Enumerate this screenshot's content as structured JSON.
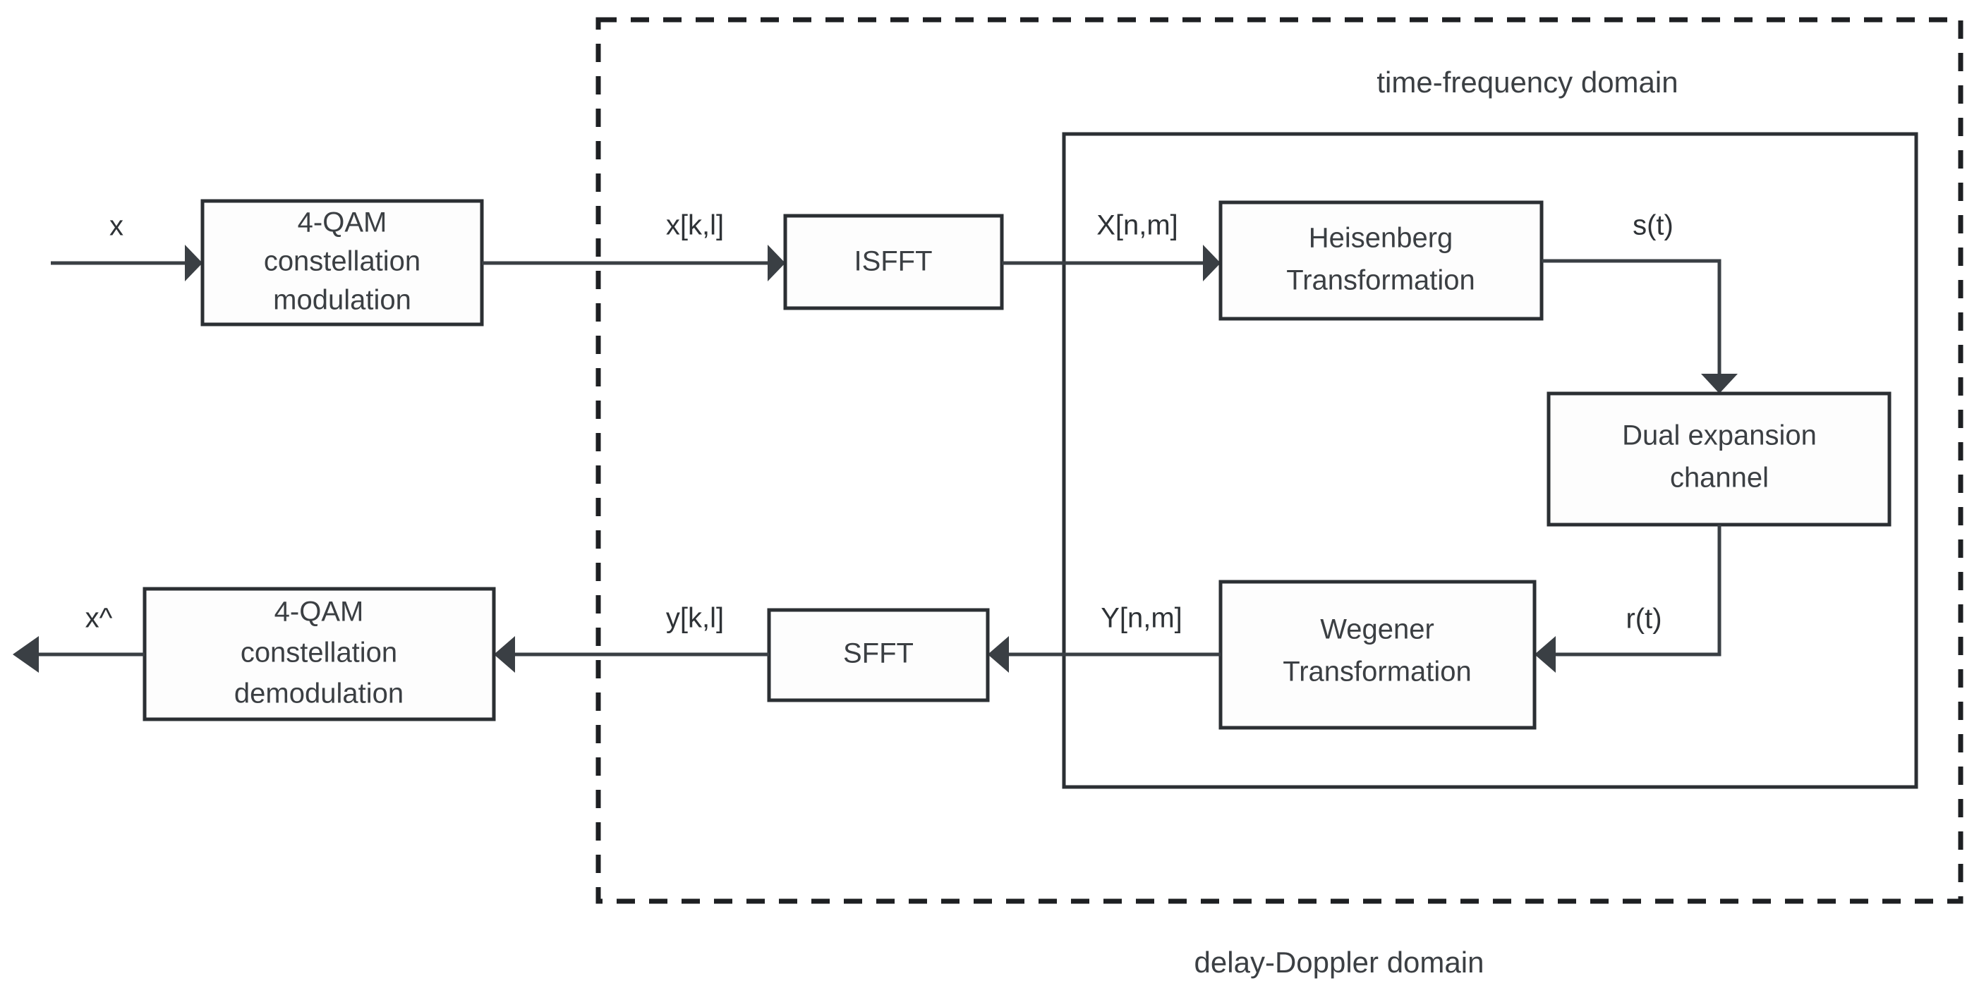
{
  "diagram": {
    "title_domains": {
      "time_frequency": "time-frequency domain",
      "delay_doppler": "delay-Doppler domain"
    },
    "blocks": {
      "qam_modulation": {
        "line1": "4-QAM",
        "line2": "constellation",
        "line3": "modulation"
      },
      "isfft": {
        "label": "ISFFT"
      },
      "heisenberg": {
        "line1": "Heisenberg",
        "line2": "Transformation"
      },
      "dual_channel": {
        "line1": "Dual expansion",
        "line2": "channel"
      },
      "wegener": {
        "line1": "Wegener",
        "line2": "Transformation"
      },
      "sfft": {
        "label": "SFFT"
      },
      "qam_demodulation": {
        "line1": "4-QAM",
        "line2": "constellation",
        "line3": "demodulation"
      }
    },
    "signals": {
      "input_x": "x",
      "x_kl": "x[k,l]",
      "X_nm": "X[n,m]",
      "s_t": "s(t)",
      "r_t": "r(t)",
      "Y_nm": "Y[n,m]",
      "y_kl": "y[k,l]",
      "output_xhat": "x^"
    },
    "colors": {
      "stroke": "#2b2f33",
      "line": "#3a3f44",
      "text": "#3b3f43",
      "background": "#ffffff",
      "block_fill": "#fdfdfd"
    }
  }
}
